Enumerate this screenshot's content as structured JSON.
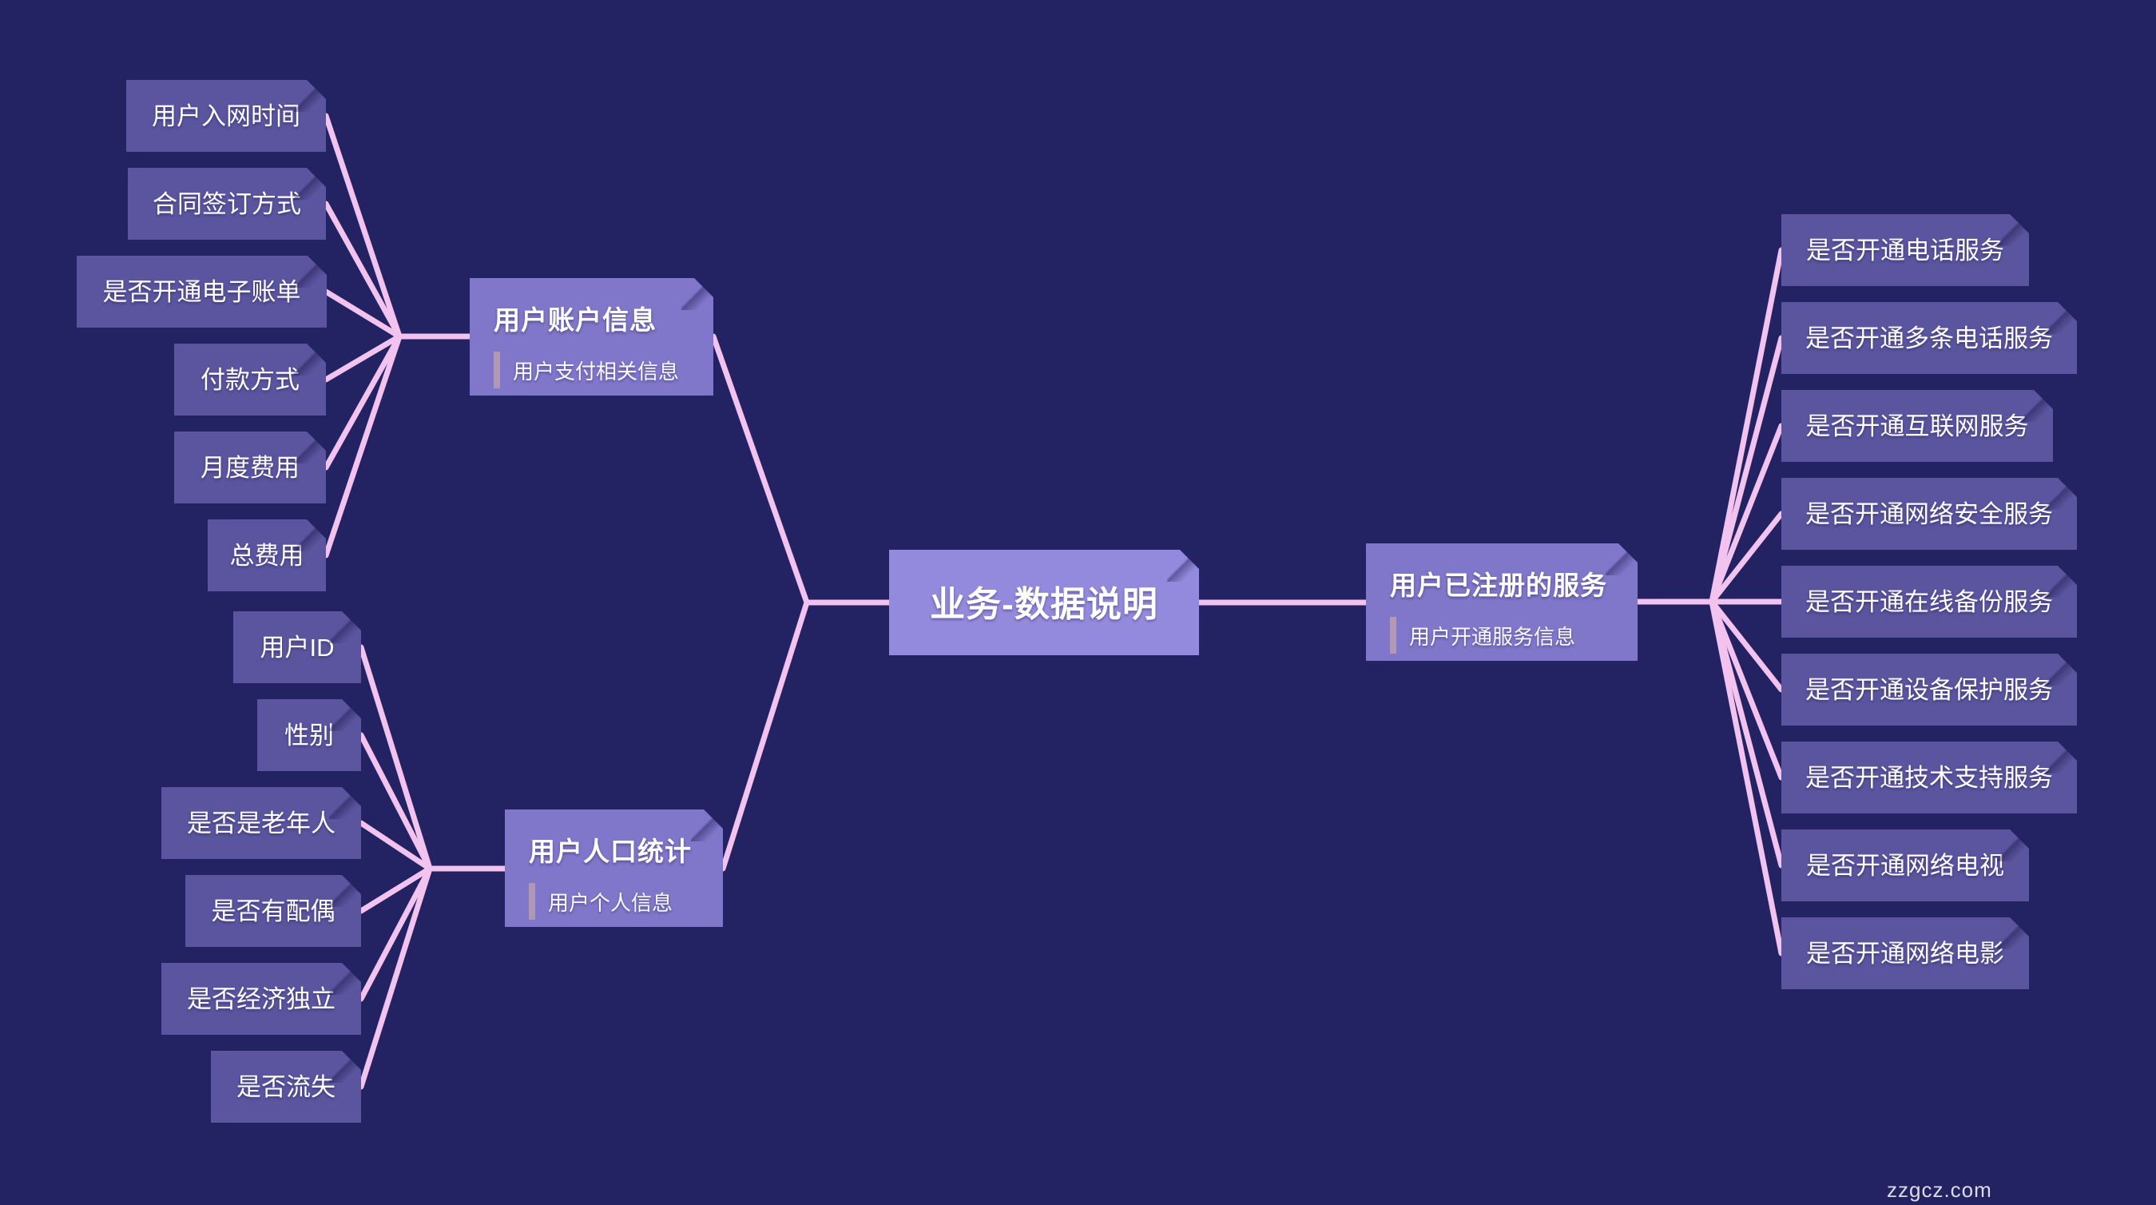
{
  "diagram": {
    "root": {
      "label": "业务-数据说明"
    },
    "branches": [
      {
        "title": "用户账户信息",
        "subtitle": "用户支付相关信息",
        "children": [
          "用户入网时间",
          "合同签订方式",
          "是否开通电子账单",
          "付款方式",
          "月度费用",
          "总费用"
        ]
      },
      {
        "title": "用户人口统计",
        "subtitle": "用户个人信息",
        "children": [
          "用户ID",
          "性别",
          "是否是老年人",
          "是否有配偶",
          "是否经济独立",
          "是否流失"
        ]
      },
      {
        "title": "用户已注册的服务",
        "subtitle": "用户开通服务信息",
        "children": [
          "是否开通电话服务",
          "是否开通多条电话服务",
          "是否开通互联网服务",
          "是否开通网络安全服务",
          "是否开通在线备份服务",
          "是否开通设备保护服务",
          "是否开通技术支持服务",
          "是否开通网络电视",
          "是否开通网络电影"
        ]
      }
    ]
  },
  "watermark": "zzgcz.com",
  "colors": {
    "bg": "#232262",
    "center_node": "#938ade",
    "branch_node": "#8076ca",
    "leaf_node": "#5b55a0",
    "line": "#f2c3ef",
    "subtitle_bar": "#b298b4",
    "text": "#ffffff",
    "watermark_text": "#dcdce6"
  }
}
